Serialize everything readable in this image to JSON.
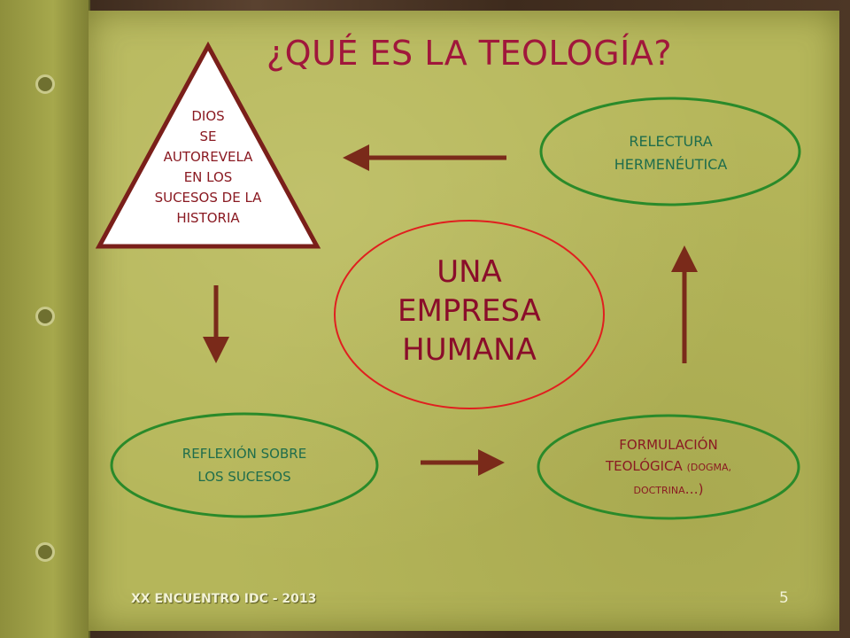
{
  "title": "¿QUÉ ES LA TEOLOGÍA?",
  "triangle_text": [
    "DIOS",
    "SE",
    "AUTOREVELA",
    "EN LOS",
    "SUCESOS DE LA",
    "HISTORIA"
  ],
  "relectura": [
    "RELECTURA",
    "HERMENÉUTICA"
  ],
  "center": [
    "UNA",
    "EMPRESA",
    "HUMANA"
  ],
  "reflexion": [
    "REFLEXIÓN SOBRE",
    "LOS SUCESOS"
  ],
  "formulacion": {
    "line1": "FORMULACIÓN",
    "line2_main": "TEOLÓGICA ",
    "line2_small": "(DOGMA,",
    "line3_small": "DOCTRINA",
    "line3_end": "…)"
  },
  "footer": "XX ENCUENTRO IDC - 2013",
  "page_number": "5",
  "colors": {
    "title": "#a0173b",
    "green_oval": "#2a8a2a",
    "red_oval": "#e01f1f",
    "arrow": "#7a2a1a",
    "triangle_border": "#7a1f1a",
    "paper": "#b5b65a"
  }
}
